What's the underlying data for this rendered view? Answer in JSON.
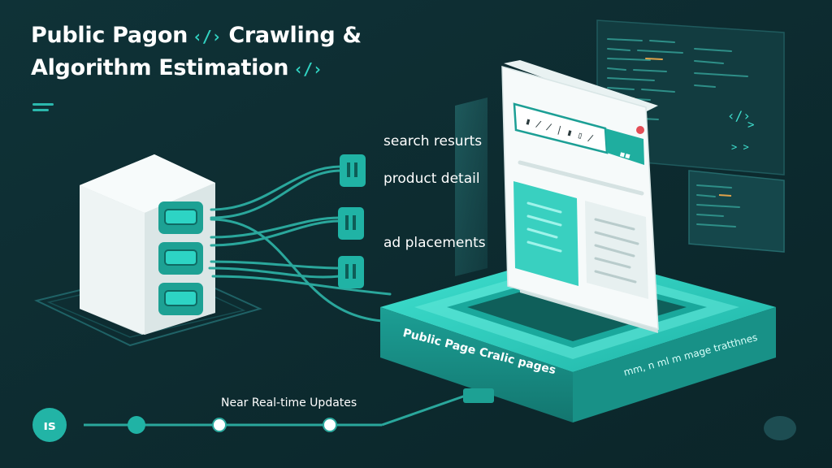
{
  "title": {
    "line1": "Public Pagon",
    "line1_glyph": "‹/›",
    "line1_tail": "Crawling &",
    "line2": "Algorithm Estimation",
    "line2_glyph": "‹/›"
  },
  "labels": {
    "search": "search resurts",
    "product": "product detail",
    "ads": "ad placements"
  },
  "browser": {
    "url_text": "▮ / / | ▮ ▯ /"
  },
  "platform": {
    "front_text": "Public Page Cralic pages",
    "side_text": "mm, n ml m mage tratthnes"
  },
  "timeline": {
    "label": "Near Real-time Updates",
    "logo": "ıs"
  },
  "colors": {
    "background": "#0d2c31",
    "accent": "#2dd4c4",
    "accent_dark": "#178f87",
    "server_white": "#f2f7f7",
    "node": "#1aa89c"
  }
}
